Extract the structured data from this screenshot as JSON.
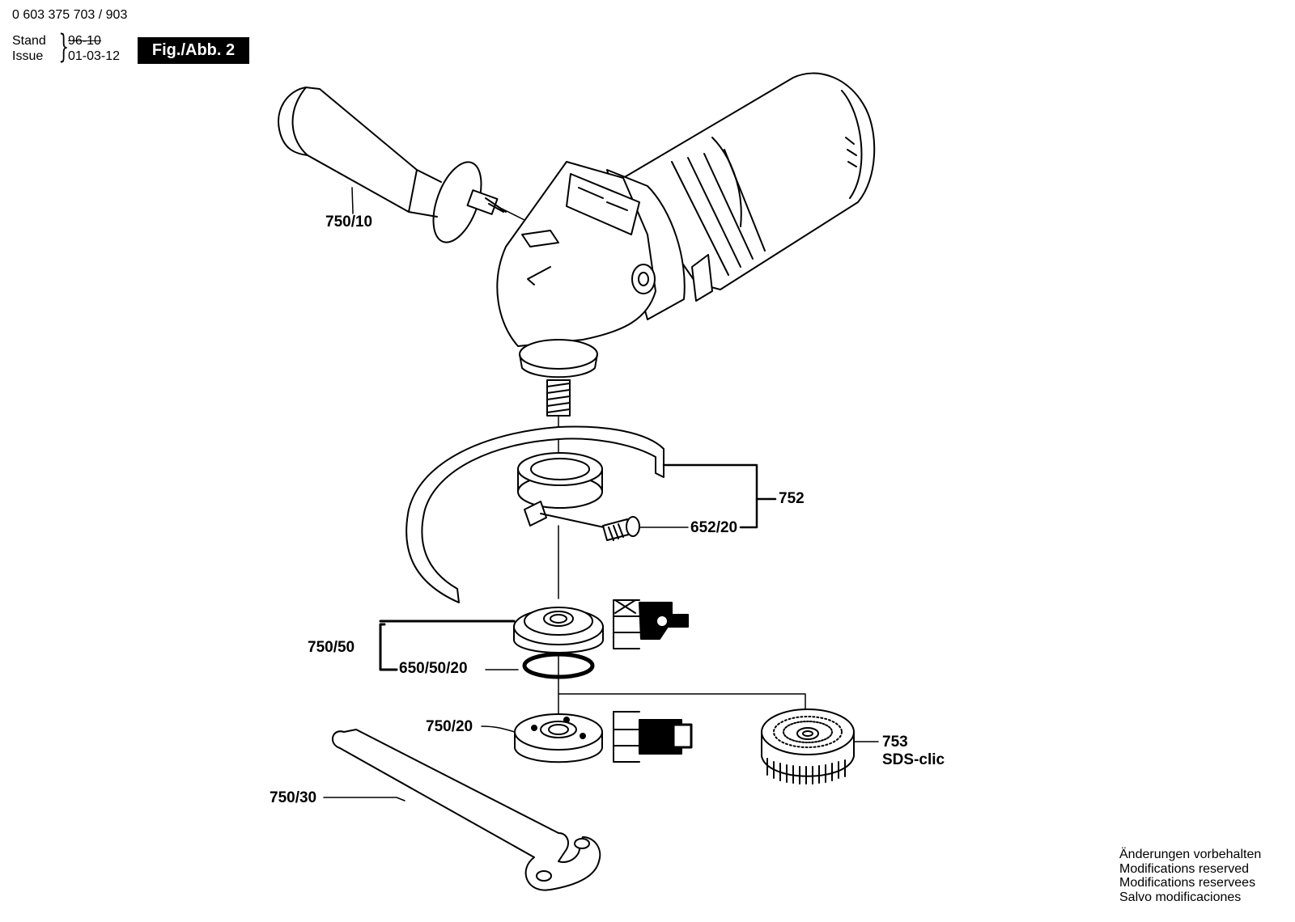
{
  "header": {
    "doc_number": "0 603 375 703 / 903",
    "stand_label": "Stand",
    "issue_label": "Issue",
    "stand_value": "96-10",
    "issue_value": "01-03-12",
    "figure_label": "Fig./Abb. 2"
  },
  "callouts": {
    "c750_10": "750/10",
    "c752": "752",
    "c652_20": "652/20",
    "c750_50": "750/50",
    "c650_50_20": "650/50/20",
    "c750_20": "750/20",
    "c753": "753",
    "c753_sub": "SDS-clic",
    "c750_30": "750/30"
  },
  "footer": {
    "line1": "Änderungen vorbehalten",
    "line2": "Modifications reserved",
    "line3": "Modifications reservees",
    "line4": "Salvo modificaciones"
  }
}
